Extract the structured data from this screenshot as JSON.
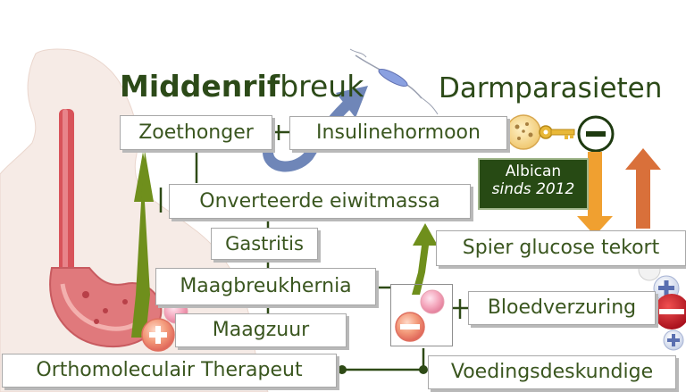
{
  "titles": {
    "hernia_bold": "Middenrif",
    "hernia_rest": "breuk",
    "parasites": "Darmparasieten"
  },
  "nodes": {
    "zoethonger": "Zoethonger",
    "insulinehormoon": "Insulinehormoon",
    "onverteerde_eiwitmassa": "Onverteerde eiwitmassa",
    "gastritis": "Gastritis",
    "maagbreukhernia": "Maagbreukhernia",
    "maagzuur": "Maagzuur",
    "orthomoleculair_therapeut": "Orthomoleculair Therapeut",
    "spier_glucose_tekort": "Spier glucose tekort",
    "bloedverzuring": "Bloedverzuring",
    "voedingsdeskundige": "Voedingsdeskundige"
  },
  "albican": {
    "line1": "Albican",
    "line2": "sinds 2012"
  },
  "colors": {
    "text_dark_green": "#2c4a18",
    "connector_green": "#2e4a16",
    "arrow_olive": "#6f8f1c",
    "arrow_blue": "#6f86b8",
    "arrow_orange_down": "#f0a030",
    "arrow_orange_up": "#d9703a",
    "sign_red": "#c81e2a",
    "sign_blue": "#5a6fb0",
    "albican_bg": "#274a14"
  },
  "icons": [
    "human-silhouette-icon",
    "digestive-tract-icon",
    "parasite-worm-icon",
    "nutrient-cell-icon",
    "key-icon",
    "minus-sign-icon",
    "plus-sign-icon",
    "curved-arrow-icon",
    "upward-arrow-icon",
    "downward-arrow-icon"
  ]
}
